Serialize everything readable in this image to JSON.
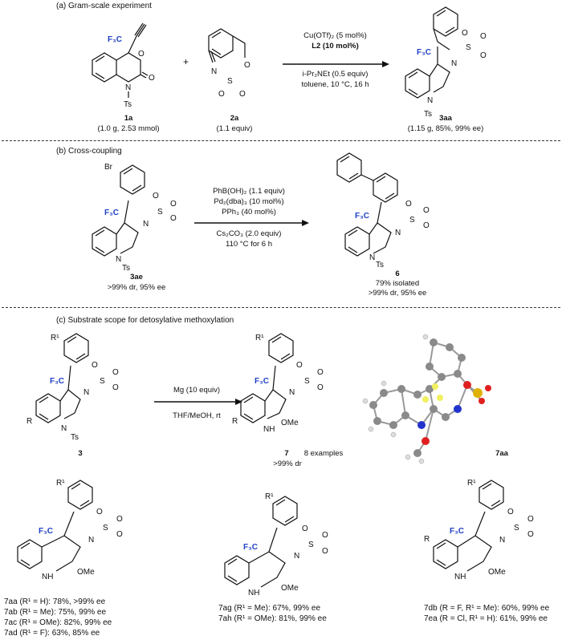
{
  "section_a": {
    "title": "(a) Gram-scale experiment",
    "reagents": [
      "Cu(OTf)₂ (5 mol%)",
      "L2 (10 mol%)",
      "i-Pr₂NEt (0.5 equiv)",
      "toluene, 10 °C, 16 h"
    ],
    "compound_1": {
      "label": "1a",
      "note": "(1.0 g, 2.53 mmol)"
    },
    "compound_2": {
      "label": "2a",
      "note": "(1.1 equiv)"
    },
    "product": {
      "label": "3aa",
      "note": "(1.15 g, 85%, 99% ee)"
    },
    "plus": "+"
  },
  "section_b": {
    "title": "(b) Cross-coupling",
    "reagents_top": [
      "PhB(OH)₂ (1.1 equiv)",
      "Pd₂(dba)₃ (10 mol%)",
      "PPh₃ (40 mol%)"
    ],
    "reagents_bottom": [
      "Cs₂CO₃ (2.0 equiv)",
      "110 °C for 6 h"
    ],
    "start": {
      "label": "3ae",
      "note": ">99% dr, 95% ee"
    },
    "product": {
      "label": "6",
      "note1": "79% isolated",
      "note2": ">99% dr, 95% ee"
    }
  },
  "section_c": {
    "title": "(c) Substrate scope for detosylative methoxylation",
    "reagent_top": "Mg (10 equiv)",
    "reagent_bottom": "THF/MeOH, rt",
    "start_label": "3",
    "product_label": "7",
    "examples": "8 examples",
    "dr": ">99% dr",
    "xray_label": "7aa",
    "results_col1": [
      "7aa (R¹ = H): 78%, >99% ee",
      "7ab (R¹ = Me): 75%, 99% ee",
      "7ac (R¹ = OMe): 82%, 99% ee",
      "7ad (R¹ = F): 63%, 85% ee"
    ],
    "results_col2": [
      "7ag (R¹ = Me): 67%, 99% ee",
      "7ah (R¹ = OMe): 81%, 99% ee"
    ],
    "results_col3": [
      "7db (R = F, R¹ = Me): 60%, 99% ee",
      "7ea (R = Cl, R¹ = H): 61%, 99% ee"
    ]
  },
  "atoms": {
    "cf3": "F₃C",
    "ts": "Ts",
    "n": "N",
    "o": "O",
    "s": "S",
    "br": "Br",
    "nh": "NH",
    "h": "H",
    "ome": "OMe",
    "r": "R",
    "r1": "R¹"
  }
}
